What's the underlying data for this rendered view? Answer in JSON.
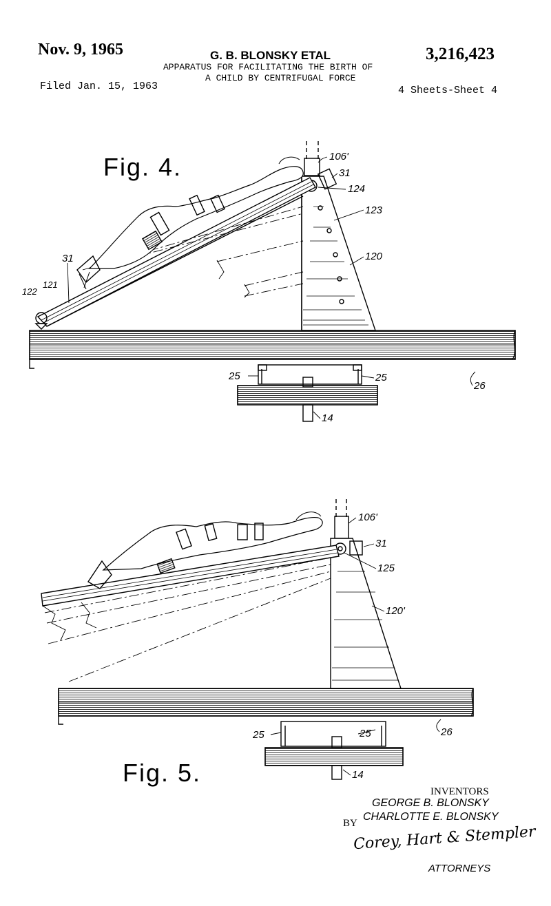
{
  "header": {
    "date": "Nov. 9, 1965",
    "inventor": "G. B. BLONSKY ETAL",
    "patent_number": "3,216,423",
    "title_line1": "APPARATUS FOR FACILITATING THE BIRTH OF",
    "title_line2": "A CHILD BY CENTRIFUGAL FORCE",
    "filed": "Filed Jan. 15, 1963",
    "sheets": "4 Sheets-Sheet 4"
  },
  "figures": {
    "fig4": {
      "caption": "Fig. 4.",
      "labels": [
        "106'",
        "31",
        "124",
        "123",
        "31",
        "120",
        "122",
        "121",
        "25",
        "25",
        "26",
        "14"
      ]
    },
    "fig5": {
      "caption": "Fig. 5.",
      "labels": [
        "106'",
        "31",
        "125",
        "120'",
        "25",
        "25",
        "26",
        "14"
      ]
    }
  },
  "inventors_block": {
    "heading": "INVENTORS",
    "name1": "GEORGE B. BLONSKY",
    "by": "BY",
    "name2": "CHARLOTTE E. BLONSKY",
    "signature": "Corey, Hart & Stempler",
    "role": "ATTORNEYS"
  }
}
